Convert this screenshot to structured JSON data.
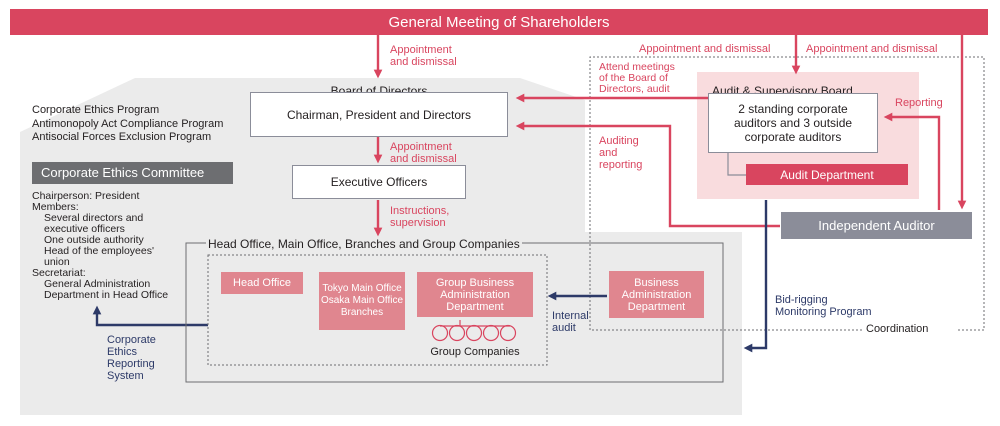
{
  "gms": {
    "title": "General Meeting of Shareholders"
  },
  "labels": {
    "appt_dismissal_board": "Appointment\nand dismissal",
    "appt_dismissal_auditboard": "Appointment and dismissal",
    "appt_dismissal_auditor": "Appointment and dismissal",
    "attend_meetings": "Attend meetings\nof the Board of\nDirectors, audit",
    "auditing_reporting": "Auditing\nand\nreporting",
    "reporting": "Reporting",
    "appt_dismissal_exec": "Appointment\nand dismissal",
    "instructions": "Instructions,\nsupervision",
    "internal_audit": "Internal\naudit",
    "bid_rigging": "Bid-rigging\nMonitoring Program",
    "coordination": "Coordination",
    "ethics_reporting": "Corporate\nEthics\nReporting\nSystem"
  },
  "board": {
    "title": "Board of Directors",
    "members": "Chairman, President and Directors"
  },
  "programs": [
    "Corporate Ethics Program",
    "Antimonopoly Act Compliance Program",
    "Antisocial Forces Exclusion Program"
  ],
  "ethics_committee": {
    "title": "Corporate Ethics Committee",
    "chair": "Chairperson: President",
    "members_label": "Members:",
    "members": [
      "Several directors and\nexecutive officers",
      "One outside authority",
      "Head of the employees'\nunion"
    ],
    "secretariat_label": "Secretariat:",
    "secretariat": "General Administration\nDepartment in Head Office"
  },
  "exec": {
    "title": "Executive Officers"
  },
  "head_office_group": {
    "title": "Head Office, Main Office, Branches and Group Companies",
    "head_office": "Head Office",
    "main_office": "Tokyo Main Office\nOsaka Main Office\nBranches",
    "gbad": "Group Business\nAdministration\nDepartment",
    "group_companies": "Group Companies"
  },
  "bad": {
    "title": "Business\nAdministration\nDepartment"
  },
  "audit_board": {
    "title": "Audit & Supervisory Board",
    "desc": "2 standing corporate\nauditors and 3 outside\ncorporate auditors",
    "dept": "Audit Department"
  },
  "independent_auditor": {
    "title": "Independent Auditor"
  },
  "colors": {
    "red": "#d9455f",
    "pink": "#e0868f",
    "navy": "#2d3a68",
    "gray_region": "#ebebeb",
    "gray_box": "#8b8d99",
    "dark_box": "#6d6e71",
    "pink_region": "#f9dcde"
  }
}
